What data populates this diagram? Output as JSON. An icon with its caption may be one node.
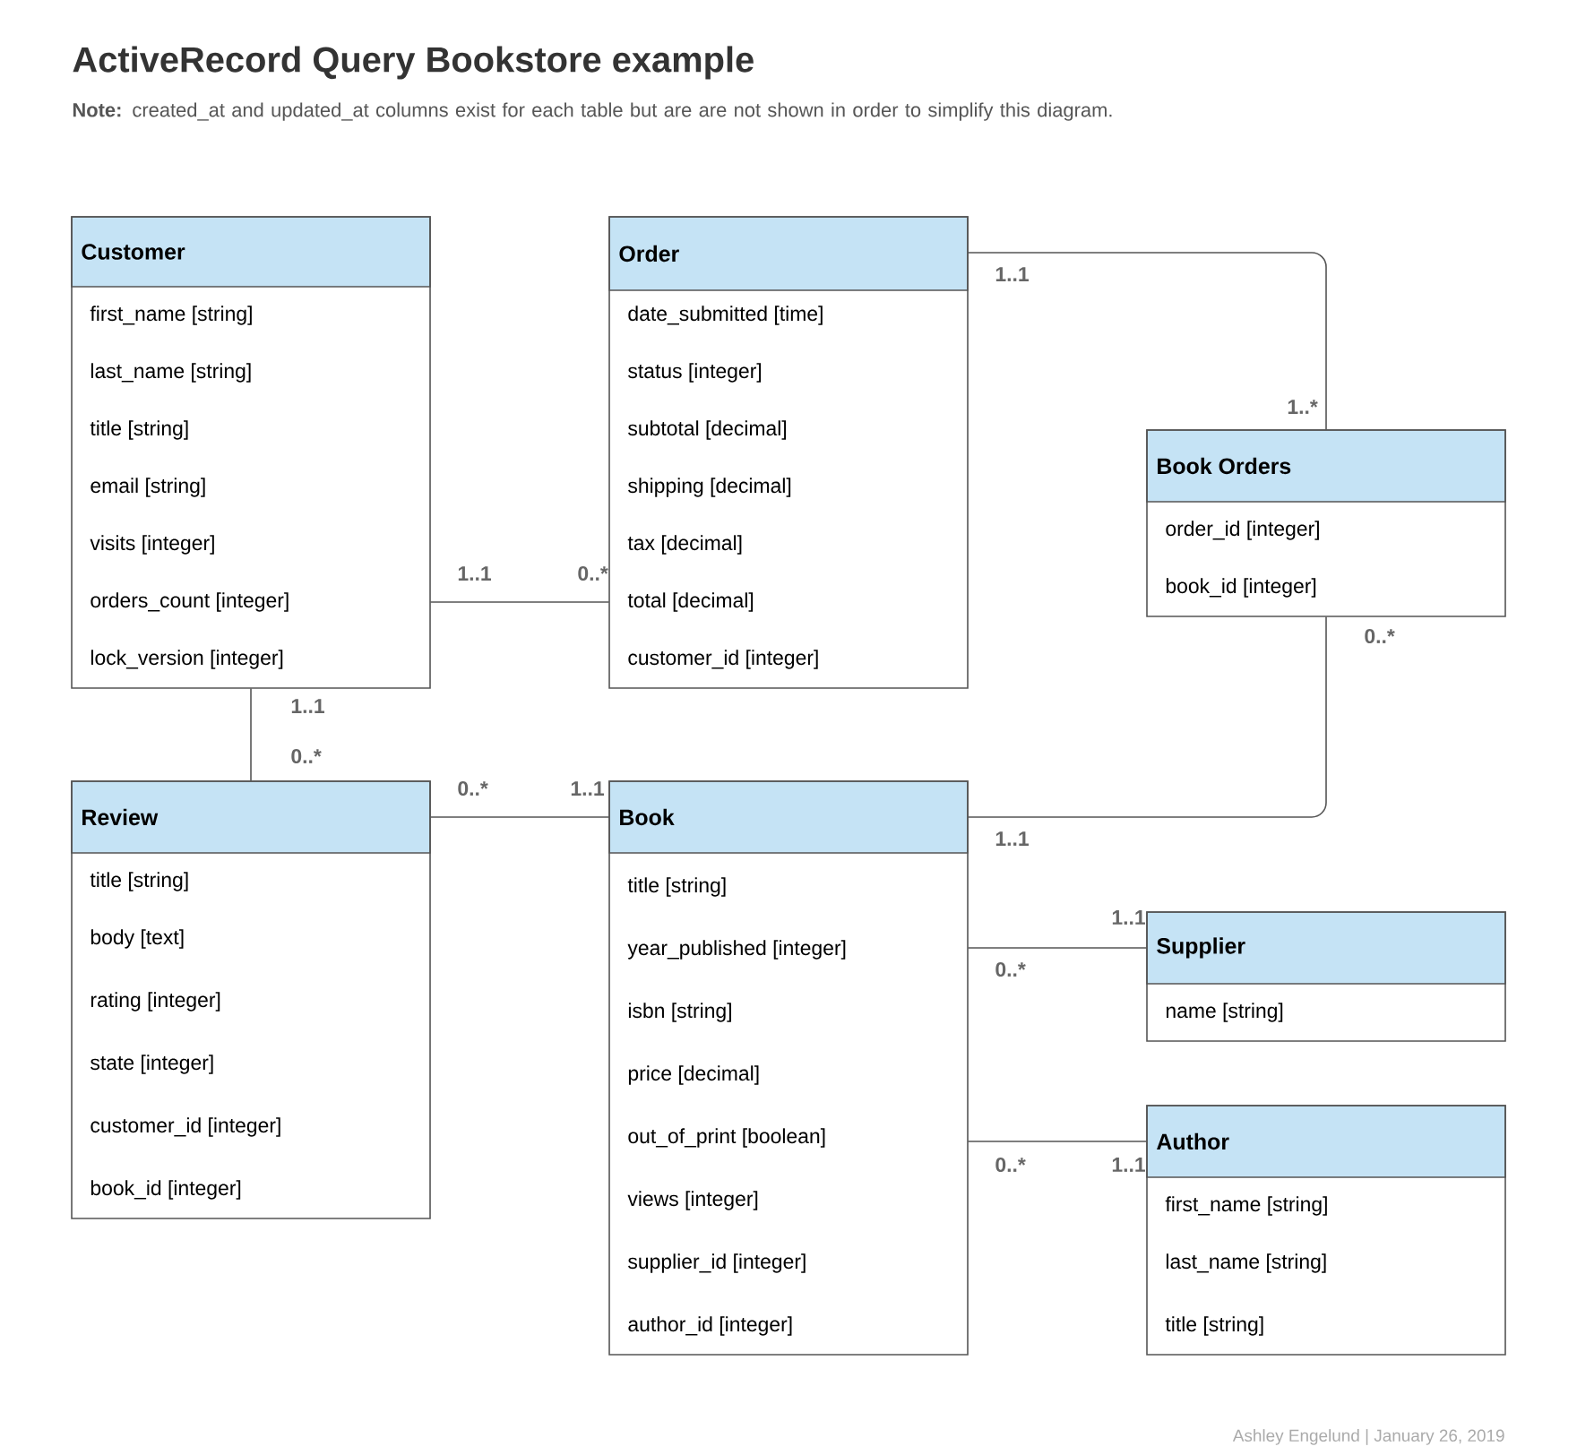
{
  "diagram": {
    "title": "ActiveRecord Query Bookstore example",
    "caption": "**Note:** created_at and updated_at columns exist for each table but are are not shown in order to simplify this diagram.",
    "nodes": [
      {
        "text": [
          "Customer",
          "first_name [string]",
          "last_name [string]",
          "title [string]",
          "email [string]",
          "visits [integer]",
          "orders_count [integer]",
          "lock_version [integer]"
        ]
      },
      {
        "text": [
          "Order",
          "date_submitted [time]",
          "status [integer]",
          "subtotal [decimal]",
          "shipping [decimal]",
          "tax [decimal]",
          "total [decimal]",
          "customer_id [integer]"
        ]
      },
      {
        "text": [
          "Book Orders",
          "order_id [integer]",
          "book_id [integer]"
        ]
      },
      {
        "text": [
          "Review",
          "title [string]",
          "body [text]",
          "rating [integer]",
          "state [integer]",
          "customer_id [integer]",
          "book_id [integer]"
        ]
      },
      {
        "text": [
          "Book",
          "title [string]",
          "year_published [integer]",
          "isbn [string]",
          "price [decimal]",
          "out_of_print [boolean]",
          "views [integer]",
          "supplier_id [integer]",
          "author_id [integer]"
        ]
      },
      {
        "text": [
          "Supplier",
          "name  [string]"
        ]
      },
      {
        "text": [
          "Author",
          "first_name [string]",
          "last_name [string]",
          "title [string]"
        ]
      }
    ],
    "edges": [
      {
        "from": 0,
        "to": 1,
        "arrow": "none"
      },
      {
        "from": 1,
        "to": 2,
        "arrow": "none"
      },
      {
        "from": 0,
        "to": 3,
        "arrow": "none"
      },
      {
        "from": 3,
        "to": 4,
        "arrow": "none"
      },
      {
        "from": 2,
        "to": 4,
        "arrow": "none"
      },
      {
        "from": 4,
        "to": 5,
        "arrow": "none"
      },
      {
        "from": 4,
        "to": 6,
        "arrow": "none"
      }
    ],
    "labels": [
      "1..1",
      "1..*",
      "1..1",
      "0..*",
      "0..*",
      "1..1",
      "0..*",
      "0..*",
      "1..1",
      "1..1",
      "1..1",
      "0..*",
      "0..*",
      "1..1",
      "Ashley Engelund  |  January 26, 2019"
    ]
  }
}
